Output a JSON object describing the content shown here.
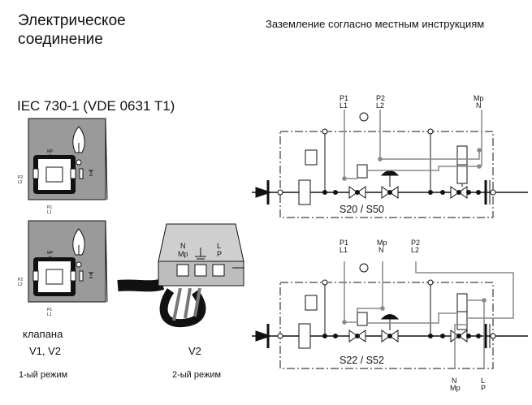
{
  "title": "Электрическое соединение",
  "ground_note": "Заземление согласно местным инструкциям",
  "standard": "IEC 730-1 (VDE 0631 T1)",
  "valves_label": "клапана",
  "valves_ids": "V1, V2",
  "mode1": "1-ый режим",
  "v2_label": "V2",
  "mode2": "2-ый режим",
  "connector": {
    "n": "N",
    "mp": "Mp",
    "l": "L",
    "p": "P"
  },
  "device": {
    "mp": "MP",
    "n": "N",
    "p2": "P2",
    "l2": "L2",
    "p1": "P1",
    "l1": "L1"
  },
  "top_diagram": {
    "p1": "P1",
    "l1": "L1",
    "p2": "P2",
    "l2": "L2",
    "mp": "Mp",
    "n": "N",
    "label": "S20 / S50"
  },
  "bottom_diagram": {
    "p1": "P1",
    "l1": "L1",
    "mp": "Mp",
    "n": "N",
    "p2": "P2",
    "l2": "L2",
    "label": "S22 / S52",
    "n_bottom": "N",
    "mp_bottom": "Mp",
    "l_bottom": "L",
    "p_bottom": "P"
  }
}
